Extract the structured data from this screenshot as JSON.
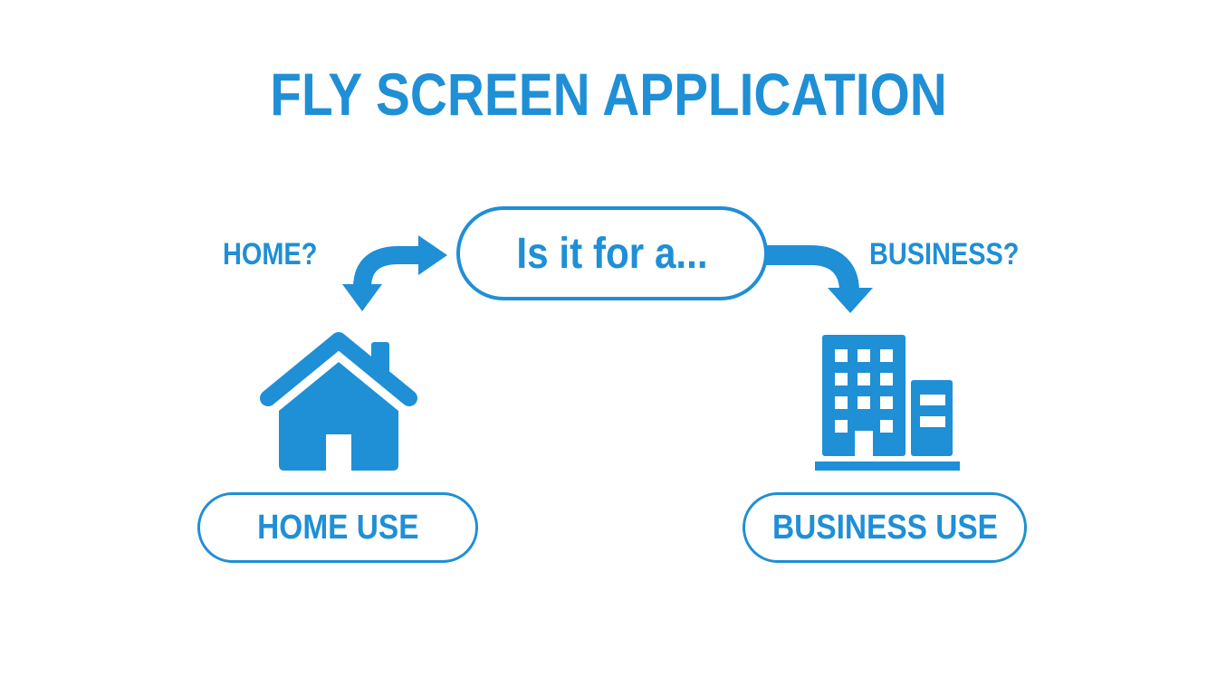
{
  "title": "FLY SCREEN APPLICATION",
  "decision": {
    "label": "Is it for a..."
  },
  "branches": [
    {
      "question": "HOME?",
      "icon": "house-icon",
      "result": "HOME USE"
    },
    {
      "question": "BUSINESS?",
      "icon": "office-building-icon",
      "result": "BUSINESS USE"
    }
  ],
  "colors": {
    "accent": "#1f8fd6",
    "background": "#ffffff"
  }
}
